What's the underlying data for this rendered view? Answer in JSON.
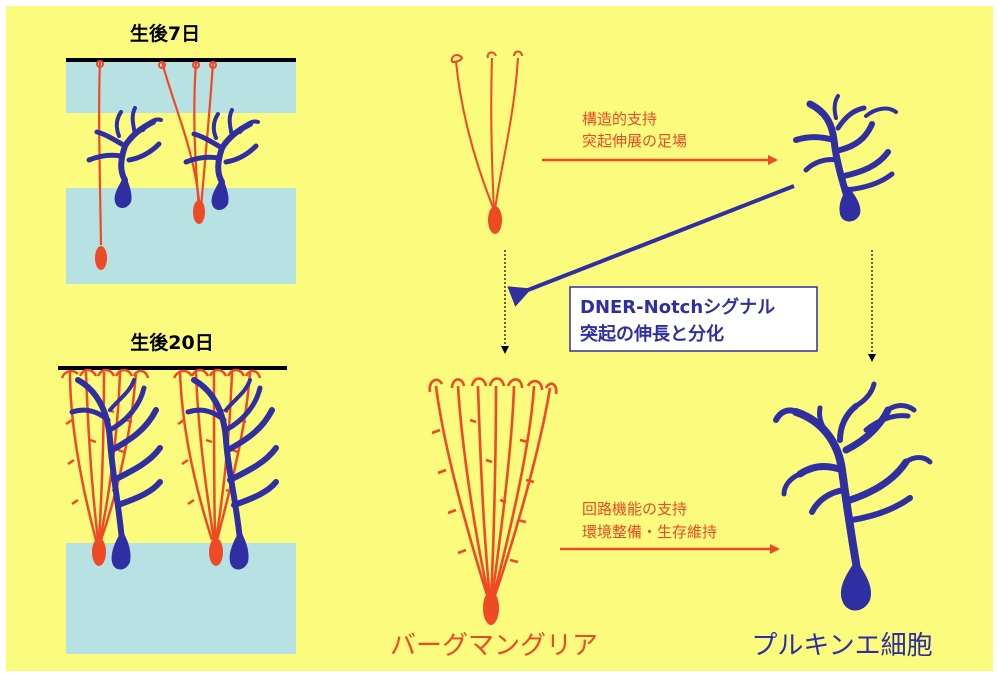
{
  "panel_top_title": "生後7日",
  "panel_bottom_title": "生後20日",
  "arrow_top_label_line1": "構造的支持",
  "arrow_top_label_line2": "突起伸展の足場",
  "signal_box_line1": "DNER-Notchシグナル",
  "signal_box_line2": "突起の伸長と分化",
  "arrow_bottom_label_line1": "回路機能の支持",
  "arrow_bottom_label_line2": "環境整備・生存維持",
  "glia_caption": "バーグマングリア",
  "purkinje_caption": "プルキンエ細胞",
  "colors": {
    "background": "#fbfb7d",
    "layer_band": "#b7e1e3",
    "glia": "#ee4a26",
    "purkinje": "#2f2fa3",
    "surface_line": "#000000",
    "signal_box_fill": "#ffffff",
    "signal_box_border": "#2f2fa3"
  }
}
